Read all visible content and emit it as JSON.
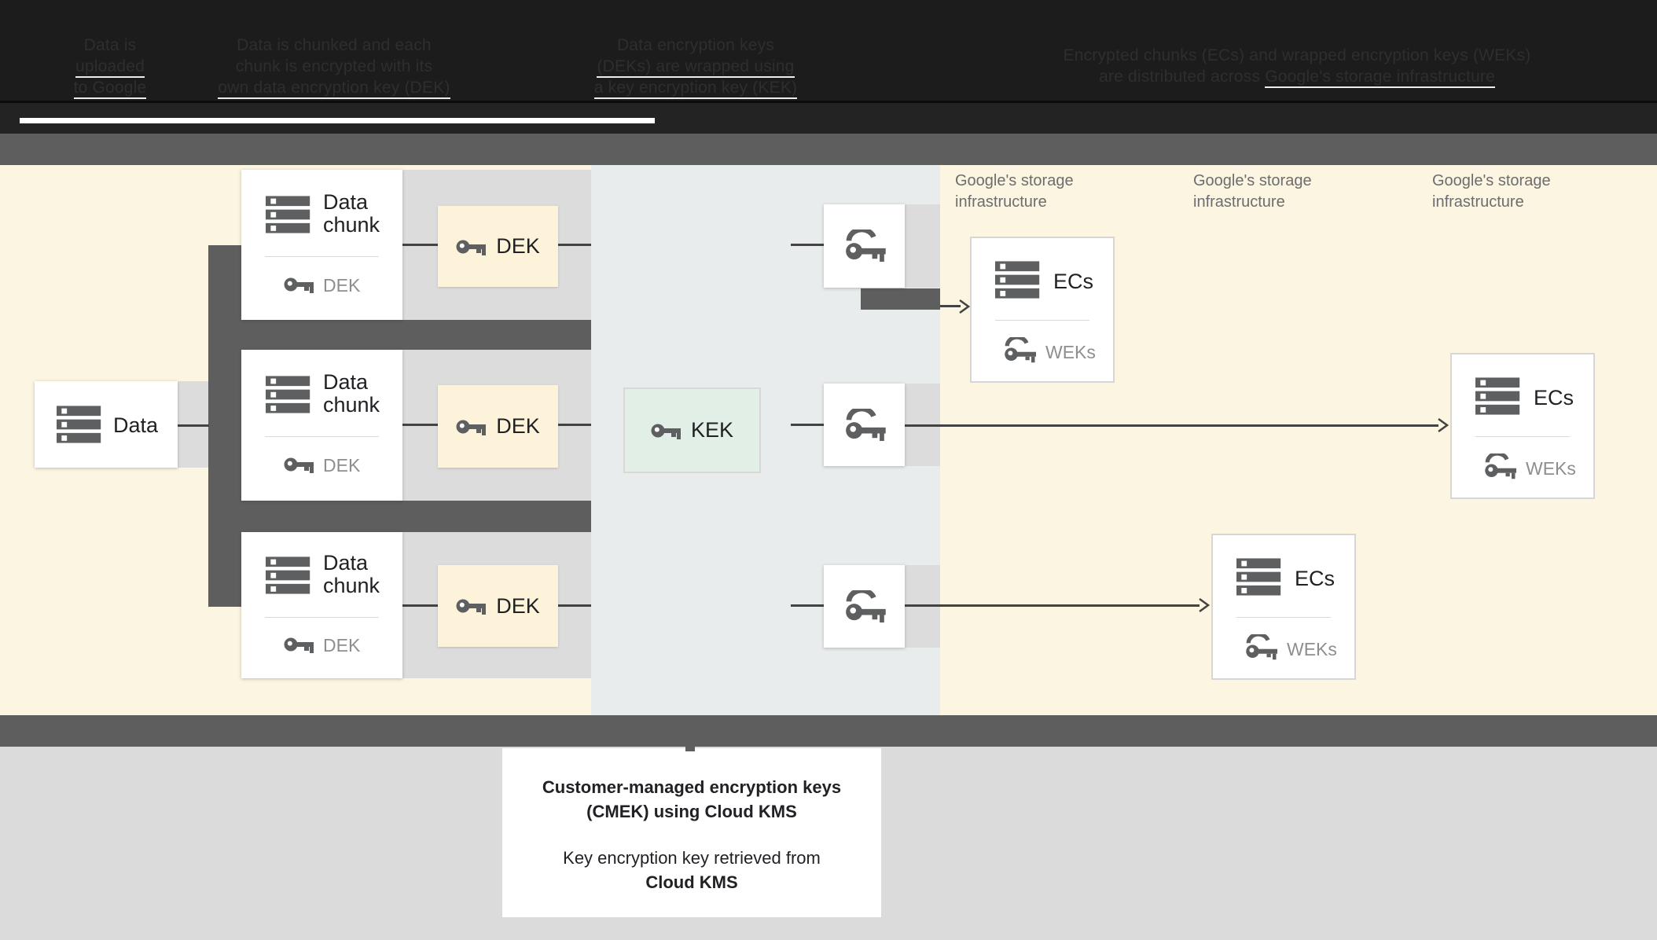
{
  "header": {
    "steps": [
      {
        "lines": [
          "Data is",
          "uploaded",
          "to Google"
        ]
      },
      {
        "lines": [
          "Data is chunked and each",
          "chunk is encrypted with its",
          "own data encryption key (DEK)"
        ]
      },
      {
        "lines": [
          "Data encryption keys",
          "(DEKs) are wrapped using",
          "a key encryption key (KEK)"
        ]
      },
      {
        "lines": [
          "Encrypted chunks (ECs) and wrapped encryption keys (WEKs)",
          "are distributed across",
          "Google's storage infrastructure"
        ]
      }
    ]
  },
  "diagram": {
    "data_box": {
      "label": "Data",
      "icon": "stack-icon"
    },
    "chunks": [
      {
        "title_line1": "Data",
        "title_line2": "chunk",
        "key_label": "DEK",
        "icon": "stack-icon",
        "key_icon": "key-icon"
      },
      {
        "title_line1": "Data",
        "title_line2": "chunk",
        "key_label": "DEK",
        "icon": "stack-icon",
        "key_icon": "key-icon"
      },
      {
        "title_line1": "Data",
        "title_line2": "chunk",
        "key_label": "DEK",
        "icon": "stack-icon",
        "key_icon": "key-icon"
      }
    ],
    "dek_boxes": [
      {
        "label": "DEK",
        "icon": "key-icon"
      },
      {
        "label": "DEK",
        "icon": "key-icon"
      },
      {
        "label": "DEK",
        "icon": "key-icon"
      }
    ],
    "kek_box": {
      "label": "KEK",
      "icon": "key-icon"
    },
    "key_relays": [
      {
        "icon": "key-swoosh-icon"
      },
      {
        "icon": "key-swoosh-icon"
      },
      {
        "icon": "key-swoosh-icon"
      }
    ],
    "storage_labels": [
      {
        "line1": "Google's storage",
        "line2": "infrastructure"
      },
      {
        "line1": "Google's storage",
        "line2": "infrastructure"
      },
      {
        "line1": "Google's storage",
        "line2": "infrastructure"
      }
    ],
    "ec_boxes": [
      {
        "label": "ECs",
        "key_label": "WEKs",
        "icon": "stack-icon",
        "key_icon": "key-swoosh-icon"
      },
      {
        "label": "ECs",
        "key_label": "WEKs",
        "icon": "stack-icon",
        "key_icon": "key-swoosh-icon"
      },
      {
        "label": "ECs",
        "key_label": "WEKs",
        "icon": "stack-icon",
        "key_icon": "key-swoosh-icon"
      }
    ]
  },
  "caption": {
    "line1": "Customer-managed encryption keys",
    "line2": "(CMEK) using Cloud KMS",
    "line3": "Key encryption key retrieved from",
    "line4": "Cloud KMS"
  },
  "colors": {
    "header_bg": "#1c1c1c",
    "header_text": "#2e2e2e",
    "dark_bar": "#5e5e5e",
    "yellow_section": "#fbf5e1",
    "blue_section": "#e8eced",
    "band_gray": "#dcdcdc",
    "dek_box": "#fcf3da",
    "kek_box": "#e1efe7",
    "footer_bg": "#dbdbdb",
    "icon_gray": "#5d5f61",
    "line_gray": "#434343",
    "muted_text": "#8e8e8e",
    "storage_label_text": "#6d6d6d"
  }
}
